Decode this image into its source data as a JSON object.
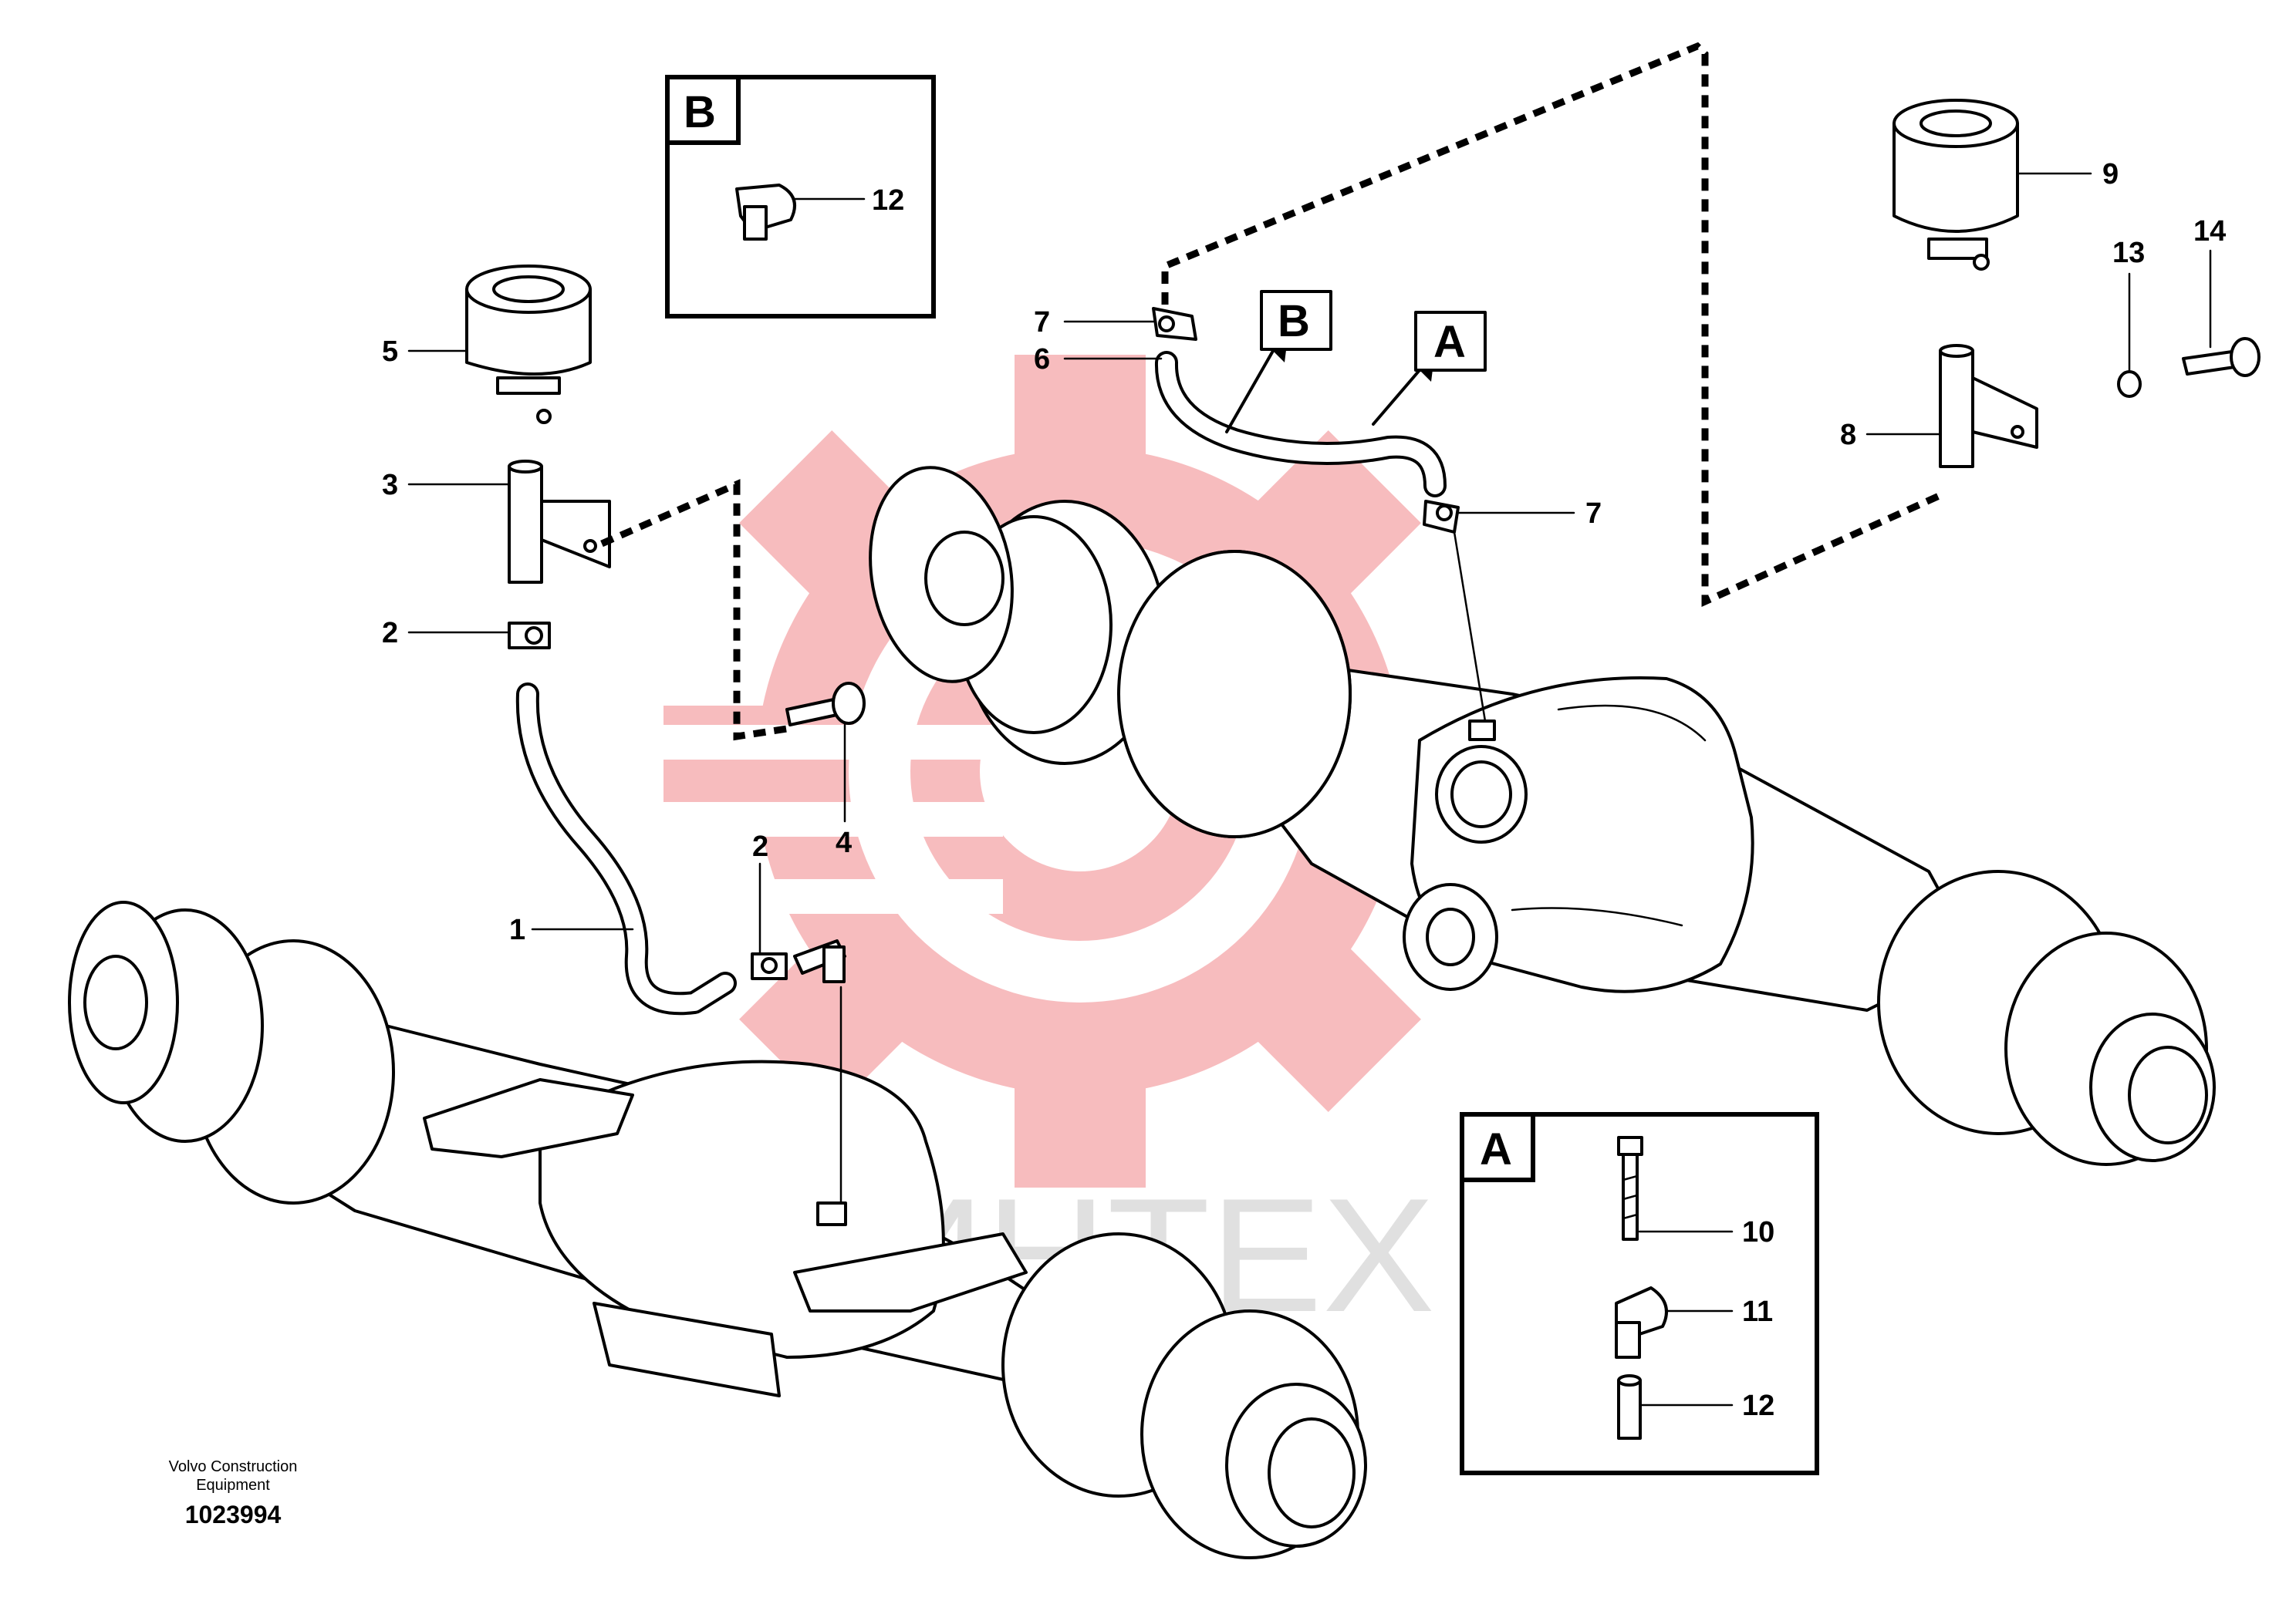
{
  "watermark": {
    "text": "ИНТЕХ",
    "gear_color": "#e3121b"
  },
  "callouts": {
    "c1": "1",
    "c2a": "2",
    "c2b": "2",
    "c3": "3",
    "c4": "4",
    "c5": "5",
    "c6": "6",
    "c7a": "7",
    "c7b": "7",
    "c8": "8",
    "c9": "9",
    "c10": "10",
    "c11": "11",
    "c12a": "12",
    "c12b": "12",
    "c13": "13",
    "c14": "14"
  },
  "detail_labels": {
    "box_b": "B",
    "box_a": "A",
    "flag_b": "B",
    "flag_a": "A"
  },
  "footer": {
    "maker_line1": "Volvo Construction",
    "maker_line2": "Equipment",
    "doc_number": "1023994"
  }
}
